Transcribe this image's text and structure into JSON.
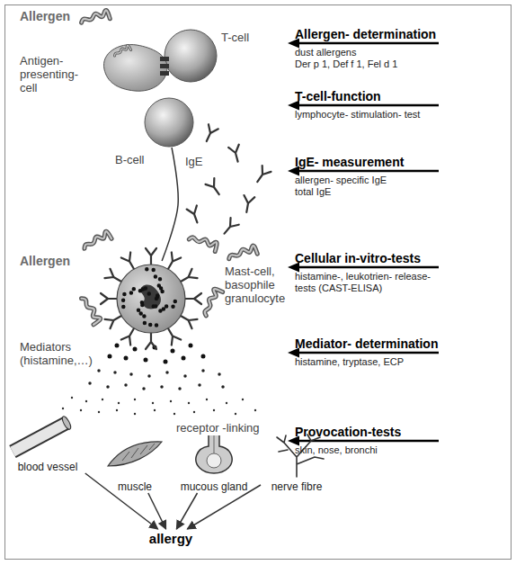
{
  "diagram": {
    "nodes": [
      {
        "text": [
          "T-cell"
        ]
      },
      {
        "text": [
          "Antigen- presenting- cell"
        ]
      },
      {
        "text": [
          "B-cell"
        ]
      },
      {
        "text": [
          "Mast-cell, basophile granulocyte"
        ]
      },
      {
        "text": [
          "blood vessel"
        ]
      },
      {
        "text": [
          "muscle"
        ]
      },
      {
        "text": [
          "mucous gland"
        ]
      },
      {
        "text": [
          "nerve fibre"
        ]
      },
      {
        "text": [
          "allergy"
        ]
      }
    ],
    "edges": [
      {
        "from": 2,
        "to": 3,
        "arrow": "none"
      },
      {
        "from": 4,
        "to": 8,
        "arrow": "to"
      },
      {
        "from": 5,
        "to": 8,
        "arrow": "to"
      },
      {
        "from": 6,
        "to": 8,
        "arrow": "to"
      },
      {
        "from": 7,
        "to": 8,
        "arrow": "to"
      }
    ],
    "labels": [
      "Allergen",
      "IgE",
      "Allergen",
      "Mediators (histamine,…)",
      "receptor -linking",
      "Allergen- determination",
      "dust allergens",
      "Der p 1, Def f 1, Fel d 1",
      "T-cell-function",
      "lymphocyte- stimulation- test",
      "IgE- measurement",
      "allergen- specific IgE",
      "total IgE",
      "Cellular in-vitro-tests",
      "histamine-, leukotrien- release- tests (CAST-ELISA)",
      "Mediator- determination",
      "histamine, tryptase, ECP",
      "Provocation-tests",
      "skin, nose, bronchi"
    ]
  }
}
